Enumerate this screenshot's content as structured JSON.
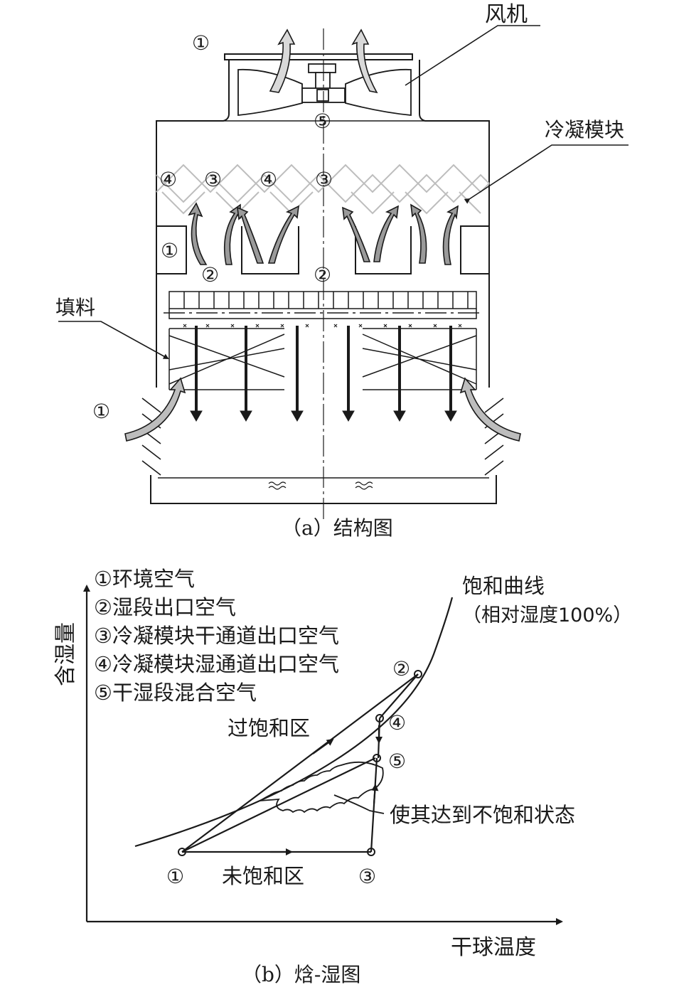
{
  "structure": {
    "fan_label": "风机",
    "condenser_label": "冷凝模块",
    "fill_label": "填料",
    "caption": "（a）结构图",
    "markers": {
      "m1_top": "①",
      "m5_center": "⑤",
      "m4_left": "④",
      "m3_left": "③",
      "m4_mid": "④",
      "m3_mid": "③",
      "m1_side": "①",
      "m2_left": "②",
      "m2_center": "②",
      "m1_inlet": "①"
    }
  },
  "psychro": {
    "y_axis": "含湿量",
    "x_axis": "干球温度",
    "legend": [
      "①环境空气",
      "②湿段出口空气",
      "③冷凝模块干通道出口空气",
      "④冷凝模块湿通道出口空气",
      "⑤干湿段混合空气"
    ],
    "saturation_curve": "饱和曲线",
    "saturation_note": "（相对湿度100%）",
    "supersaturated_zone": "过饱和区",
    "unsaturated_zone": "未饱和区",
    "annotation": "使其达到不饱和状态",
    "points": {
      "p1": "①",
      "p2": "②",
      "p3": "③",
      "p4": "④",
      "p5": "⑤"
    },
    "caption": "（b）焓-湿图"
  }
}
